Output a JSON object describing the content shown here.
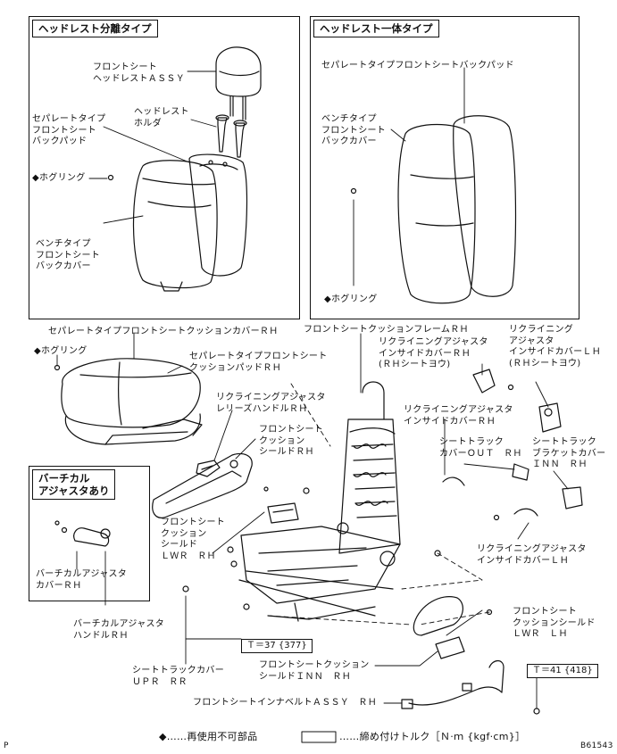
{
  "sections": {
    "separate_headrest": "ヘッドレスト分離タイプ",
    "integrated_headrest": "ヘッドレスト一体タイプ",
    "vertical_adjuster": "バーチカル\nアジャスタあり"
  },
  "labels": {
    "front_seat_headrest_assy": "フロントシート\nヘッドレストＡＳＳＹ",
    "headrest_holder": "ヘッドレスト\nホルダ",
    "sep_back_pad_left": "セパレートタイプ\nフロントシート\nバックパッド",
    "hog_ring_1": "◆ホグリング",
    "bench_back_cover_left": "ベンチタイプ\nフロントシート\nバックカバー",
    "sep_back_pad_right": "セパレートタイプフロントシートバックパッド",
    "bench_back_cover_right": "ベンチタイプ\nフロントシート\nバックカバー",
    "hog_ring_2": "◆ホグリング",
    "sep_cushion_cover": "セパレートタイプフロントシートクッションカバーＲＨ",
    "hog_ring_3": "◆ホグリング",
    "sep_cushion_pad": "セパレートタイプフロントシート\nクッションパッドＲＨ",
    "recliner_release_handle": "リクライニングアジャスタ\nレリーズハンドルＲＨ",
    "cushion_shield_rh": "フロントシート\nクッション\nシールドＲＨ",
    "cushion_frame_rh": "フロントシートクッションフレームＲＨ",
    "recliner_inside_cover_rh_top": "リクライニングアジャスタ\nインサイドカバーＲＨ\n(ＲＨシートヨウ)",
    "recliner_inside_cover_lh_top": "リクライニング\nアジャスタ\nインサイドカバーＬＨ\n(ＲＨシートヨウ)",
    "recliner_inside_cover_rh_mid": "リクライニングアジャスタ\nインサイドカバーＲＨ",
    "seat_track_cover_out": "シートトラック\nカバーＯＵＴ　ＲＨ",
    "seat_track_bracket_cover": "シートトラック\nブラケットカバー\nＩＮＮ　ＲＨ",
    "cushion_shield_lwr_rh": "フロントシート\nクッション\nシールド\nＬＷＲ　ＲＨ",
    "recliner_inside_cover_lh_bottom": "リクライニングアジャスタ\nインサイドカバーＬＨ",
    "vertical_adjuster_cover": "バーチカルアジャスタ\nカバーＲＨ",
    "vertical_adjuster_handle": "バーチカルアジャスタ\nハンドルＲＨ",
    "cushion_shield_lwr_lh": "フロントシート\nクッションシールド\nＬＷＲ　ＬＨ",
    "seat_track_cover_upr": "シートトラックカバー\nＵＰＲ　ＲＲ",
    "cushion_shield_inn": "フロントシートクッション\nシールドＩＮＮ　ＲＨ",
    "inner_belt_assy": "フロントシートインナベルトＡＳＳＹ　ＲＨ"
  },
  "torques": {
    "t1": "Ｔ＝37 {377}",
    "t2": "Ｔ＝41 {418}"
  },
  "legend": {
    "non_reusable": "◆……再使用不可部品",
    "torque": "……締め付けトルク［Ｎ·ｍ {kgf·cm}］"
  },
  "corner": {
    "left": "P",
    "right": "B61543"
  }
}
